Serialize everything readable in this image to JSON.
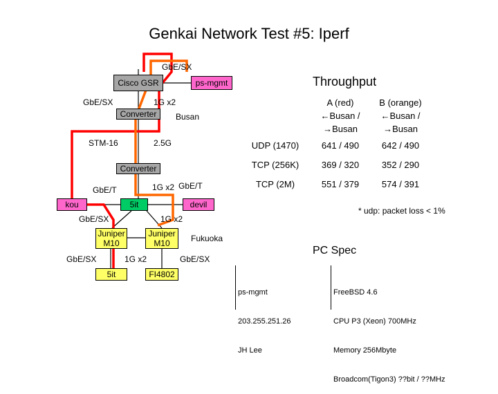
{
  "title": "Genkai Network Test #5: Iperf",
  "diagram": {
    "nodes": {
      "cisco_gsr": "Cisco GSR",
      "ps_mgmt": "ps-mgmt",
      "converter_top": "Converter",
      "converter_bottom": "Converter",
      "kou": "kou",
      "fifth_center": "5it",
      "devil": "devil",
      "juniper_left": "Juniper\nM10",
      "juniper_right": "Juniper\nM10",
      "fifth_bottom": "5it",
      "fi4802": "FI4802"
    },
    "labels": {
      "gbe_sx_top": "GbE/SX",
      "gbe_sx_left": "GbE/SX",
      "onegx2_top": "1G x2",
      "busan": "Busan",
      "stm16": "STM-16",
      "twofive_g": "2.5G",
      "gbe_t_left": "GbE/T",
      "onegx2_mid": "1G x2",
      "gbe_t_mid": "GbE/T",
      "gbe_sx_mid": "GbE/SX",
      "onegx2_low": "1G x2",
      "fukuoka": "Fukuoka",
      "gbe_sx_bl": "GbE/SX",
      "onegx2_bottom": "1G x2",
      "gbe_sx_br": "GbE/SX"
    },
    "colors": {
      "red_path": "#ff0000",
      "orange_path": "#ff6600"
    }
  },
  "throughput": {
    "title": "Throughput",
    "col_a": [
      "A (red)",
      "←Busan /",
      "→Busan"
    ],
    "col_b": [
      "B (orange)",
      "←Busan /",
      "→Busan"
    ],
    "rows": [
      {
        "label": "UDP (1470)",
        "a": "641 / 490",
        "b": "642 / 490"
      },
      {
        "label": "TCP (256K)",
        "a": "369 / 320",
        "b": "352 / 290"
      },
      {
        "label": "TCP (2M)",
        "a": "551 / 379",
        "b": "574 / 391"
      }
    ],
    "note": "* udp: packet loss < 1%"
  },
  "pc_spec": {
    "title": "PC Spec",
    "left": [
      "ps-mgmt",
      "203.255.251.26",
      "JH Lee"
    ],
    "right": [
      "FreeBSD 4.6",
      "CPU P3 (Xeon) 700MHz",
      "Memory 256Mbyte",
      "Broadcom(Tigon3) ??bit / ??MHz"
    ]
  }
}
